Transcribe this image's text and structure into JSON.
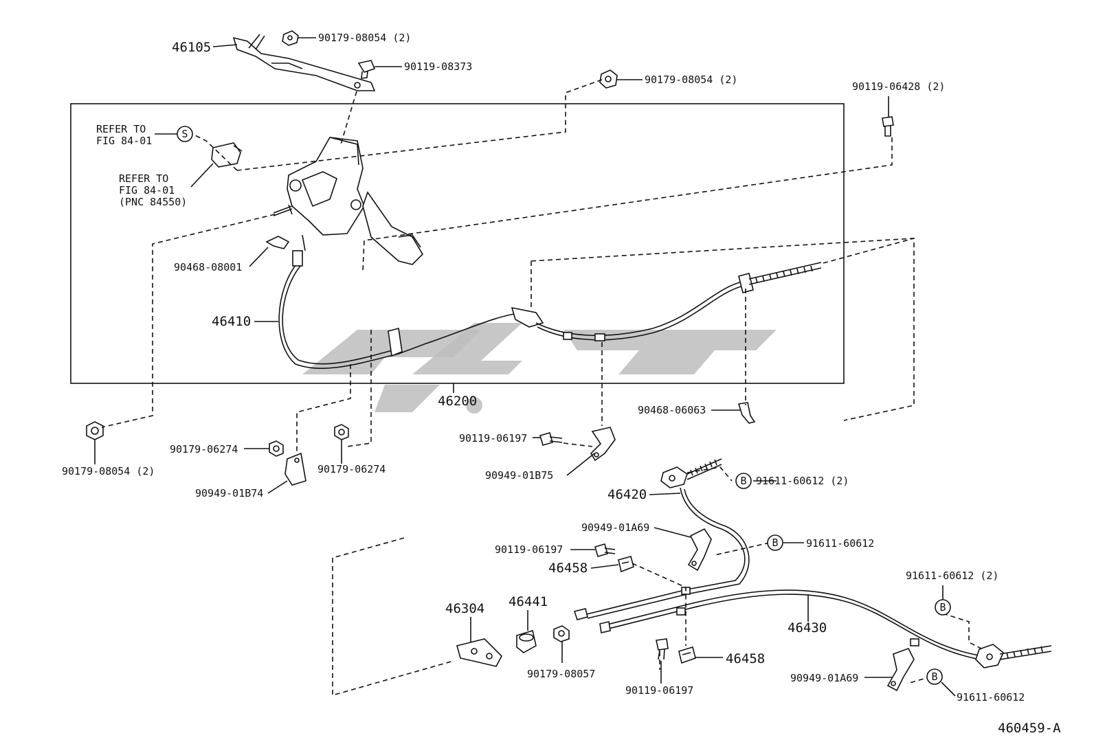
{
  "diagram_id": "460459-A",
  "labels": {
    "p46105": "46105",
    "p90179_08054_2_a": "90179-08054 (2)",
    "p90119_08373": "90119-08373",
    "p90179_08054_2_b": "90179-08054 (2)",
    "p90119_06428_2": "90119-06428 (2)",
    "refer1_l1": "REFER TO",
    "refer1_l2": "FIG 84-01",
    "callout_s": "S",
    "refer2_l1": "REFER TO",
    "refer2_l2": "FIG 84-01",
    "refer2_l3": "(PNC 84550)",
    "p90468_08001": "90468-08001",
    "p46410": "46410",
    "p46200": "46200",
    "p90468_06063": "90468-06063",
    "p90179_08054_2_c": "90179-08054 (2)",
    "p90179_06274_a": "90179-06274",
    "p90179_06274_b": "90179-06274",
    "p90949_01b74": "90949-01B74",
    "p90119_06197_a": "90119-06197",
    "p90949_01b75": "90949-01B75",
    "p46420": "46420",
    "p91611_60612_2_a": "91611-60612 (2)",
    "p90949_01a69_a": "90949-01A69",
    "p91611_60612_a": "91611-60612",
    "p90119_06197_b": "90119-06197",
    "p46458_a": "46458",
    "p91611_60612_2_b": "91611-60612 (2)",
    "p46304": "46304",
    "p46441": "46441",
    "p46430": "46430",
    "p90179_08057": "90179-08057",
    "p46458_b": "46458",
    "p90119_06197_c": "90119-06197",
    "p90949_01a69_b": "90949-01A69",
    "p91611_60612_b": "91611-60612",
    "callout_b": "B"
  }
}
